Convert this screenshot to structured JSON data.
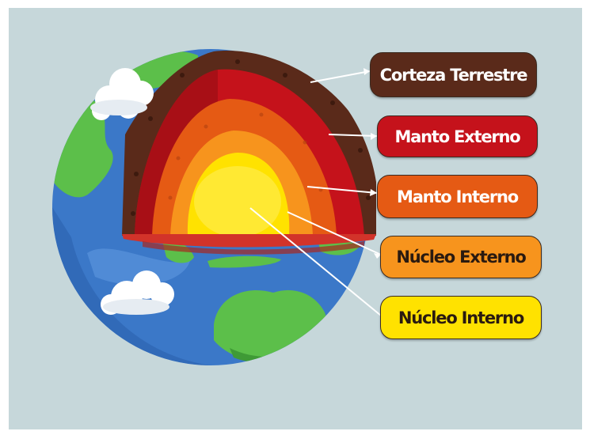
{
  "labels": {
    "crust": "Corteza Terrestre",
    "outer_mantle": "Manto Externo",
    "inner_mantle": "Manto Interno",
    "outer_core": "Núcleo Externo",
    "inner_core": "Núcleo Interno"
  },
  "colors": {
    "background": "#c6d7da",
    "ocean": "#3b78c8",
    "land": "#5cbf4a",
    "crust": "#5a2a1a",
    "outer_mantle": "#c5121b",
    "inner_mantle": "#e55a14",
    "outer_core": "#f7941d",
    "inner_core": "#ffe200",
    "cloud": "#ffffff"
  }
}
